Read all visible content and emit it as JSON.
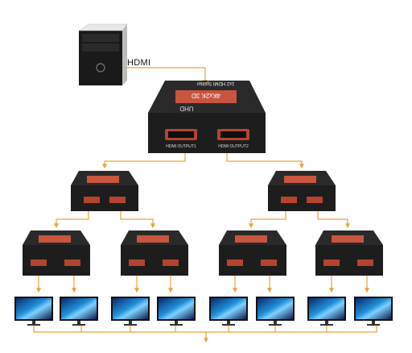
{
  "source_label": "HDMI",
  "splitter": {
    "top_label": "1x2 HDMI Splitter",
    "badge": "4Kx2K 3D",
    "brand": "UHD",
    "port1": "HDMI OUTPUT1",
    "port2": "HDMI OUTPUT2"
  },
  "colors": {
    "arrow": "#e9a43c",
    "device": "#1d1d1d",
    "badge": "#c8553d"
  },
  "icons": {
    "source": "desktop-computer-icon",
    "output": "monitor-icon"
  }
}
